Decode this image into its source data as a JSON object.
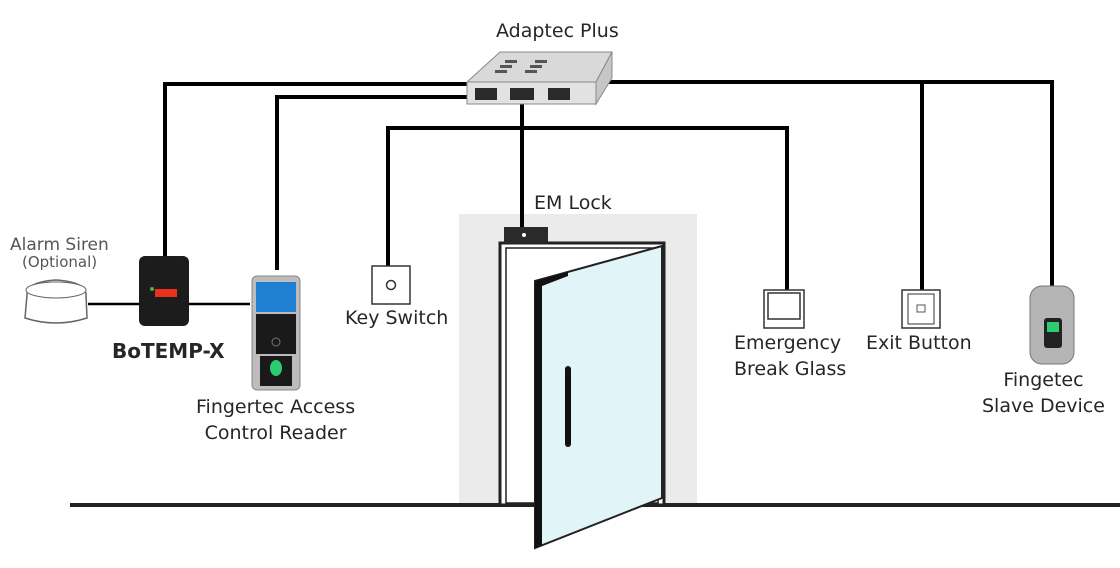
{
  "title": "Access control wiring diagram",
  "components": {
    "controller": {
      "label": "Adaptec Plus"
    },
    "em_lock": {
      "label": "EM Lock"
    },
    "alarm_siren": {
      "label": "Alarm Siren",
      "sublabel": "(Optional)"
    },
    "botemp": {
      "label": "BoTEMP-X"
    },
    "reader": {
      "label_line1": "Fingertec Access",
      "label_line2": "Control Reader"
    },
    "key_switch": {
      "label": "Key Switch"
    },
    "break_glass": {
      "label_line1": "Emergency",
      "label_line2": "Break Glass"
    },
    "exit_button": {
      "label": "Exit Button"
    },
    "slave": {
      "label_line1": "Fingetec",
      "label_line2": "Slave Device"
    }
  },
  "colors": {
    "wire": "#000000",
    "door_glass": "#e1f4f7",
    "wall_recess": "#ebebeb",
    "screen": "#1f7fd0",
    "led": "#e8321c",
    "finger": "#2ecc71"
  }
}
